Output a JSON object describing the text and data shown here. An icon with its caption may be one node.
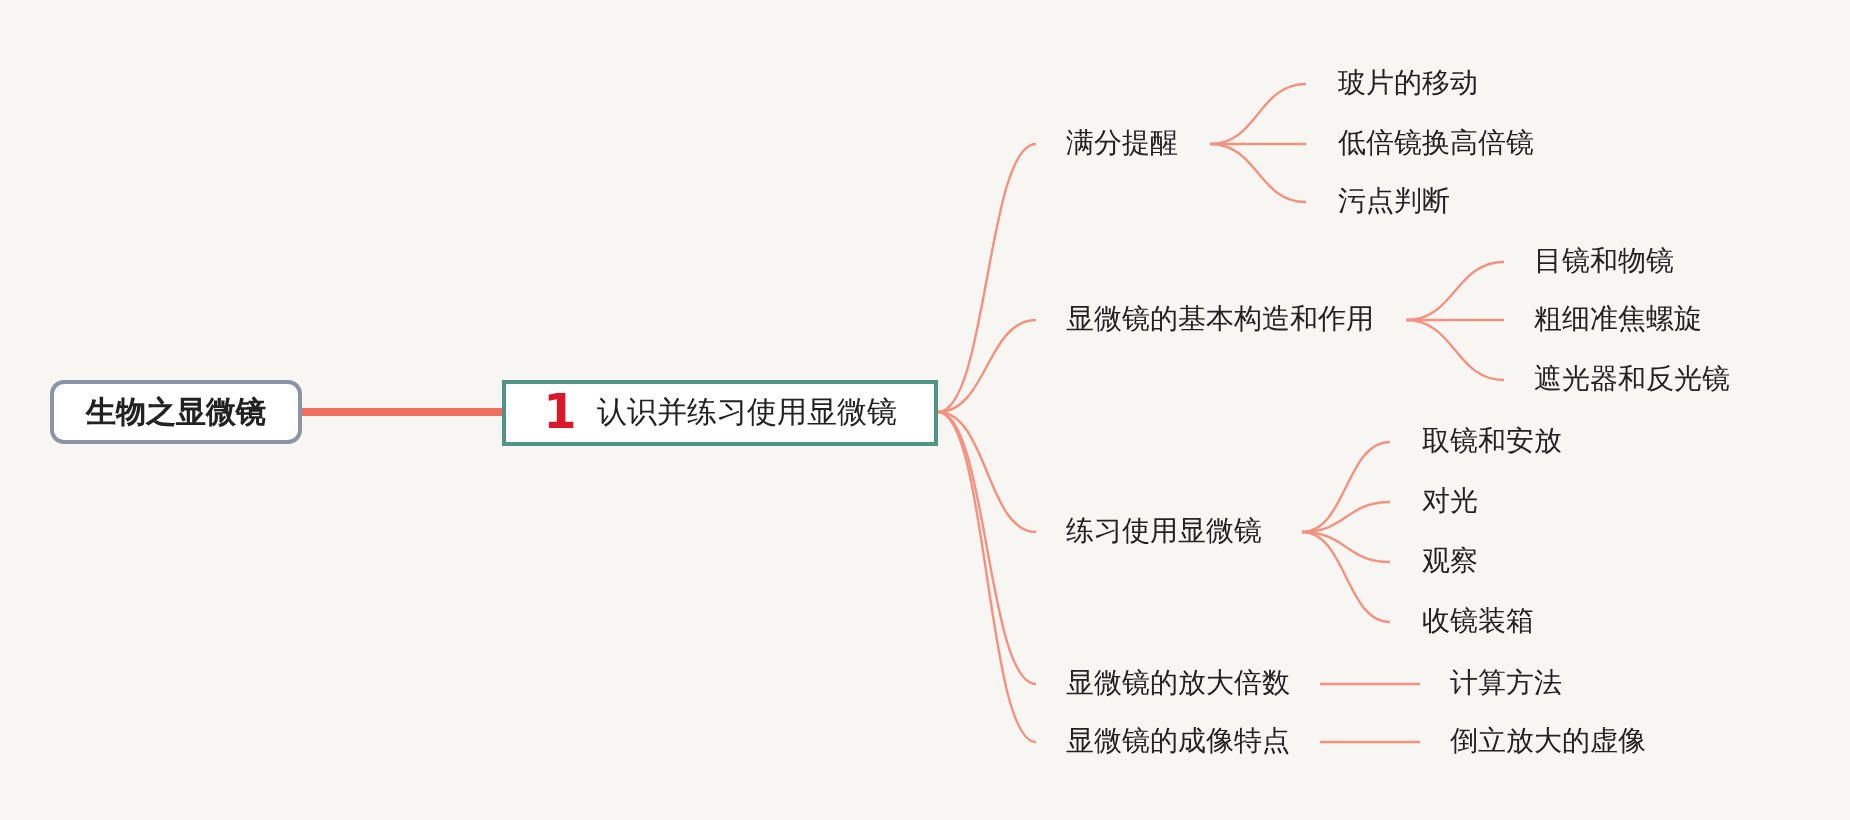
{
  "diagram": {
    "nodes": [
      {
        "text": [
          "生物之显微镜"
        ]
      },
      {
        "text": [
          "1",
          "认识并练习使用显微镜"
        ]
      },
      {
        "text": [
          "满分提醒"
        ]
      },
      {
        "text": [
          "玻片的移动"
        ]
      },
      {
        "text": [
          "低倍镜换高倍镜"
        ]
      },
      {
        "text": [
          "污点判断"
        ]
      },
      {
        "text": [
          "显微镜的基本构造和作用"
        ]
      },
      {
        "text": [
          "目镜和物镜"
        ]
      },
      {
        "text": [
          "粗细准焦螺旋"
        ]
      },
      {
        "text": [
          "遮光器和反光镜"
        ]
      },
      {
        "text": [
          "练习使用显微镜"
        ]
      },
      {
        "text": [
          "取镜和安放"
        ]
      },
      {
        "text": [
          "对光"
        ]
      },
      {
        "text": [
          "观察"
        ]
      },
      {
        "text": [
          "收镜装箱"
        ]
      },
      {
        "text": [
          "显微镜的放大倍数"
        ]
      },
      {
        "text": [
          "计算方法"
        ]
      },
      {
        "text": [
          "显微镜的成像特点"
        ]
      },
      {
        "text": [
          "倒立放大的虚像"
        ]
      }
    ],
    "edges": [
      {
        "from": 0,
        "to": 1,
        "arrow": "none",
        "style": "thick",
        "color": "#ee6f60"
      },
      {
        "from": 1,
        "to": 2,
        "arrow": "none"
      },
      {
        "from": 1,
        "to": 6,
        "arrow": "none"
      },
      {
        "from": 1,
        "to": 10,
        "arrow": "none"
      },
      {
        "from": 1,
        "to": 15,
        "arrow": "none"
      },
      {
        "from": 1,
        "to": 17,
        "arrow": "none"
      },
      {
        "from": 2,
        "to": 3,
        "arrow": "none"
      },
      {
        "from": 2,
        "to": 4,
        "arrow": "none"
      },
      {
        "from": 2,
        "to": 5,
        "arrow": "none"
      },
      {
        "from": 6,
        "to": 7,
        "arrow": "none"
      },
      {
        "from": 6,
        "to": 8,
        "arrow": "none"
      },
      {
        "from": 6,
        "to": 9,
        "arrow": "none"
      },
      {
        "from": 10,
        "to": 11,
        "arrow": "none"
      },
      {
        "from": 10,
        "to": 12,
        "arrow": "none"
      },
      {
        "from": 10,
        "to": 13,
        "arrow": "none"
      },
      {
        "from": 10,
        "to": 14,
        "arrow": "none"
      },
      {
        "from": 15,
        "to": 16,
        "arrow": "none"
      },
      {
        "from": 17,
        "to": 18,
        "arrow": "none"
      }
    ]
  }
}
